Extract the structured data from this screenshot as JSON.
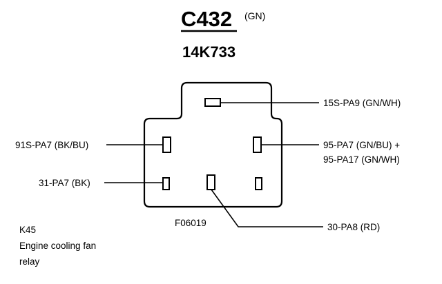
{
  "connector": {
    "id": "C432",
    "color_code": "(GN)",
    "part_number": "14K733"
  },
  "pins": {
    "top": "15S-PA9 (GN/WH)",
    "left_upper": "91S-PA7 (BK/BU)",
    "right_upper_line1": "95-PA7 (GN/BU) +",
    "right_upper_line2": "95-PA17 (GN/WH)",
    "left_lower": "31-PA7 (BK)",
    "bottom_center": "30-PA8 (RD)"
  },
  "figure_code": "F06019",
  "component": {
    "ref": "K45",
    "name_line1": "Engine cooling fan",
    "name_line2": "relay"
  }
}
